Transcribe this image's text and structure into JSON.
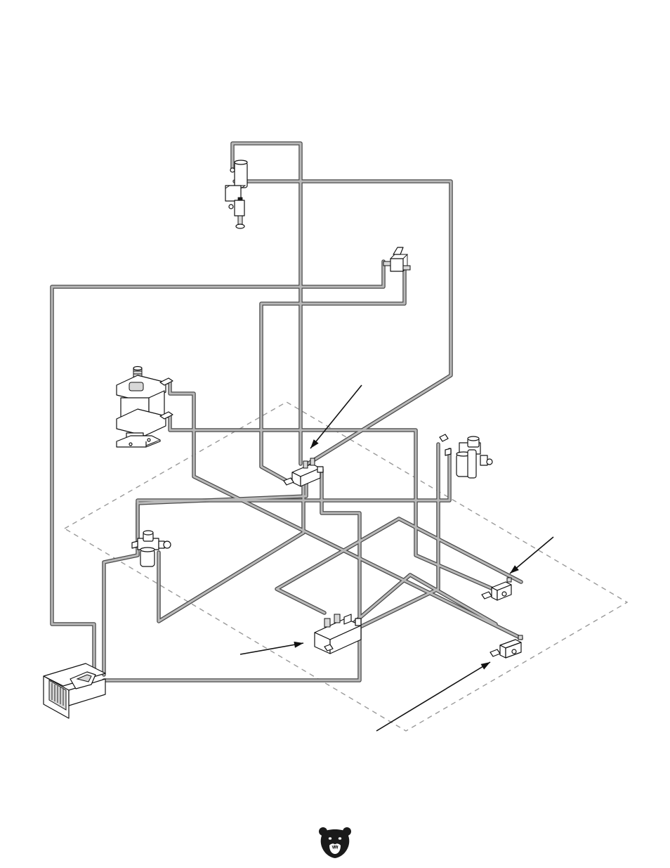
{
  "diagram": {
    "components": [
      {
        "id": "top-cylinder",
        "icon": "vertical-cylinder-valve-icon"
      },
      {
        "id": "top-right-valve",
        "icon": "mechanical-valve-icon"
      },
      {
        "id": "main-cylinder",
        "icon": "pneumatic-cylinder-icon"
      },
      {
        "id": "center-valve",
        "icon": "solenoid-valve-icon"
      },
      {
        "id": "right-filter-regulator",
        "icon": "filter-regulator-icon"
      },
      {
        "id": "left-filter-regulator",
        "icon": "filter-regulator-icon"
      },
      {
        "id": "bottom-valve",
        "icon": "directional-valve-icon"
      },
      {
        "id": "right-valve-upper",
        "icon": "limit-valve-icon"
      },
      {
        "id": "right-valve-lower",
        "icon": "limit-valve-icon"
      },
      {
        "id": "foot-pedal",
        "icon": "foot-pedal-icon"
      }
    ],
    "callouts": 4
  },
  "footer": {
    "logo": "grizzly-bear-logo"
  }
}
